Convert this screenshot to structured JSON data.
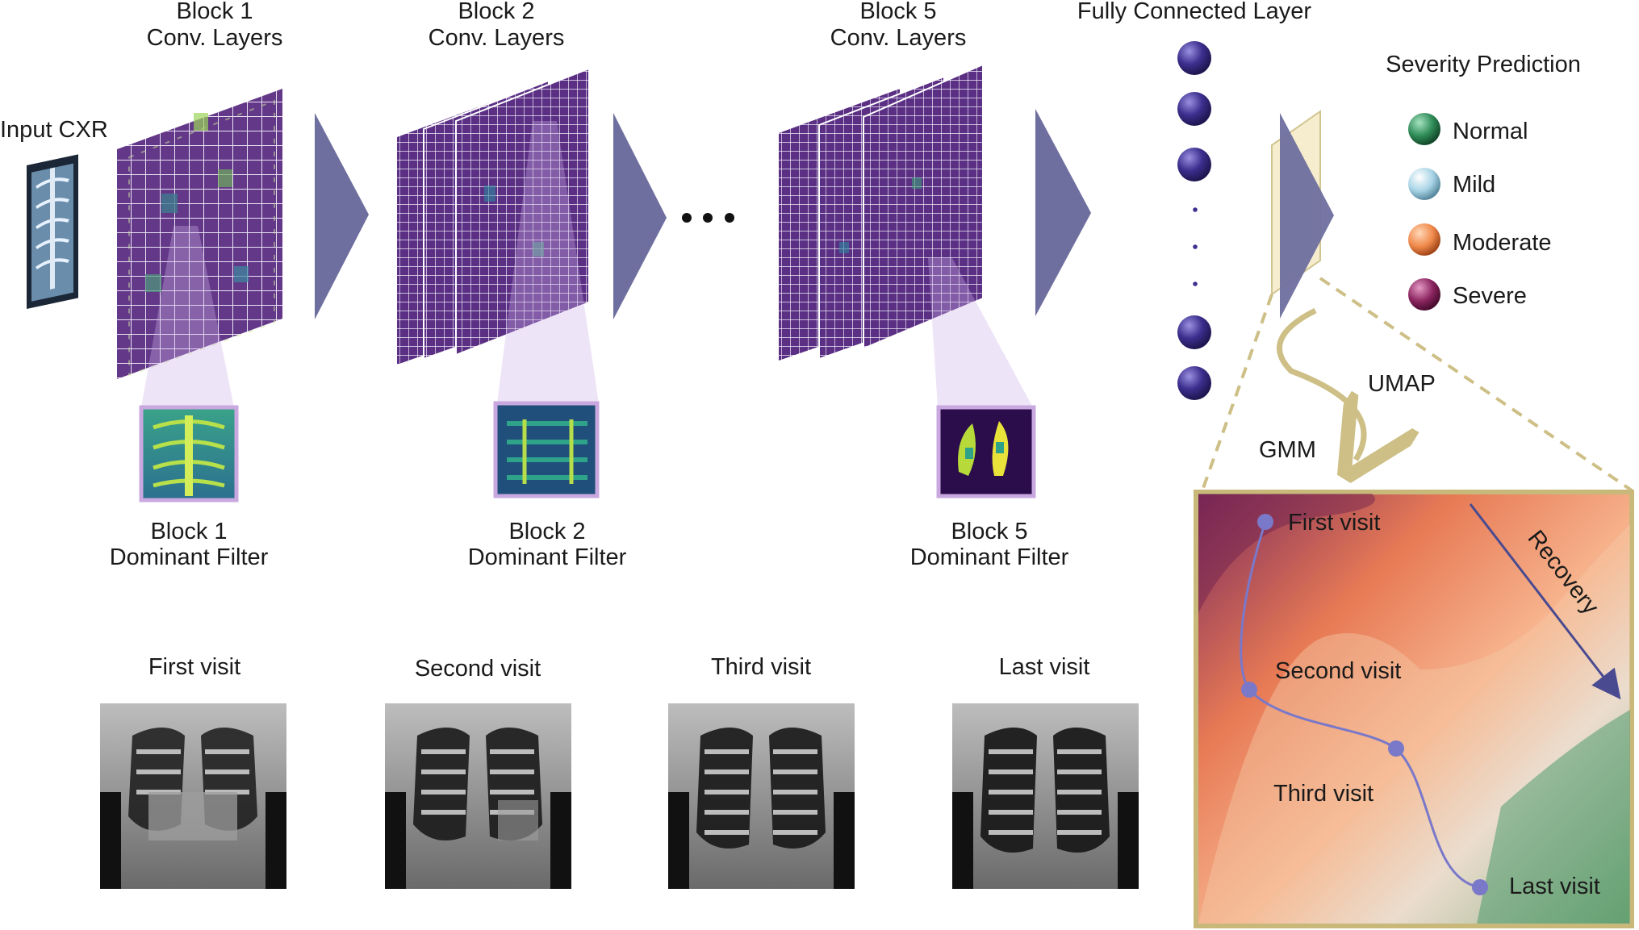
{
  "input": {
    "label": "Input CXR"
  },
  "blocks": [
    {
      "title_line1": "Block 1",
      "title_line2": "Conv. Layers",
      "filter_line1": "Block 1",
      "filter_line2": "Dominant Filter"
    },
    {
      "title_line1": "Block 2",
      "title_line2": "Conv. Layers",
      "filter_line1": "Block 2",
      "filter_line2": "Dominant Filter"
    },
    {
      "title_line1": "Block 5",
      "title_line2": "Conv. Layers",
      "filter_line1": "Block 5",
      "filter_line2": "Dominant Filter"
    }
  ],
  "fc": {
    "title": "Fully Connected Layer"
  },
  "severity": {
    "title": "Severity Prediction",
    "classes": [
      {
        "label": "Normal",
        "color": "#2e8b57"
      },
      {
        "label": "Mild",
        "color": "#a8d4e6"
      },
      {
        "label": "Moderate",
        "color": "#f08a4b"
      },
      {
        "label": "Severe",
        "color": "#8b2560"
      }
    ]
  },
  "mapping": {
    "umap": "UMAP",
    "gmm": "GMM"
  },
  "embedding": {
    "points": [
      {
        "label": "First visit"
      },
      {
        "label": "Second visit"
      },
      {
        "label": "Third visit"
      },
      {
        "label": "Last visit"
      }
    ],
    "arrow_label": "Recovery"
  },
  "visits": [
    {
      "label": "First visit"
    },
    {
      "label": "Second visit"
    },
    {
      "label": "Third visit"
    },
    {
      "label": "Last visit"
    }
  ],
  "colors": {
    "arrow": "#6e6f9e",
    "feature_map": "#5b2d82",
    "filter_frame": "#c9a8e0",
    "embed_frame": "#c8b97a",
    "trajectory": "#7a78c8",
    "fc_node": "#3c2f8f"
  }
}
